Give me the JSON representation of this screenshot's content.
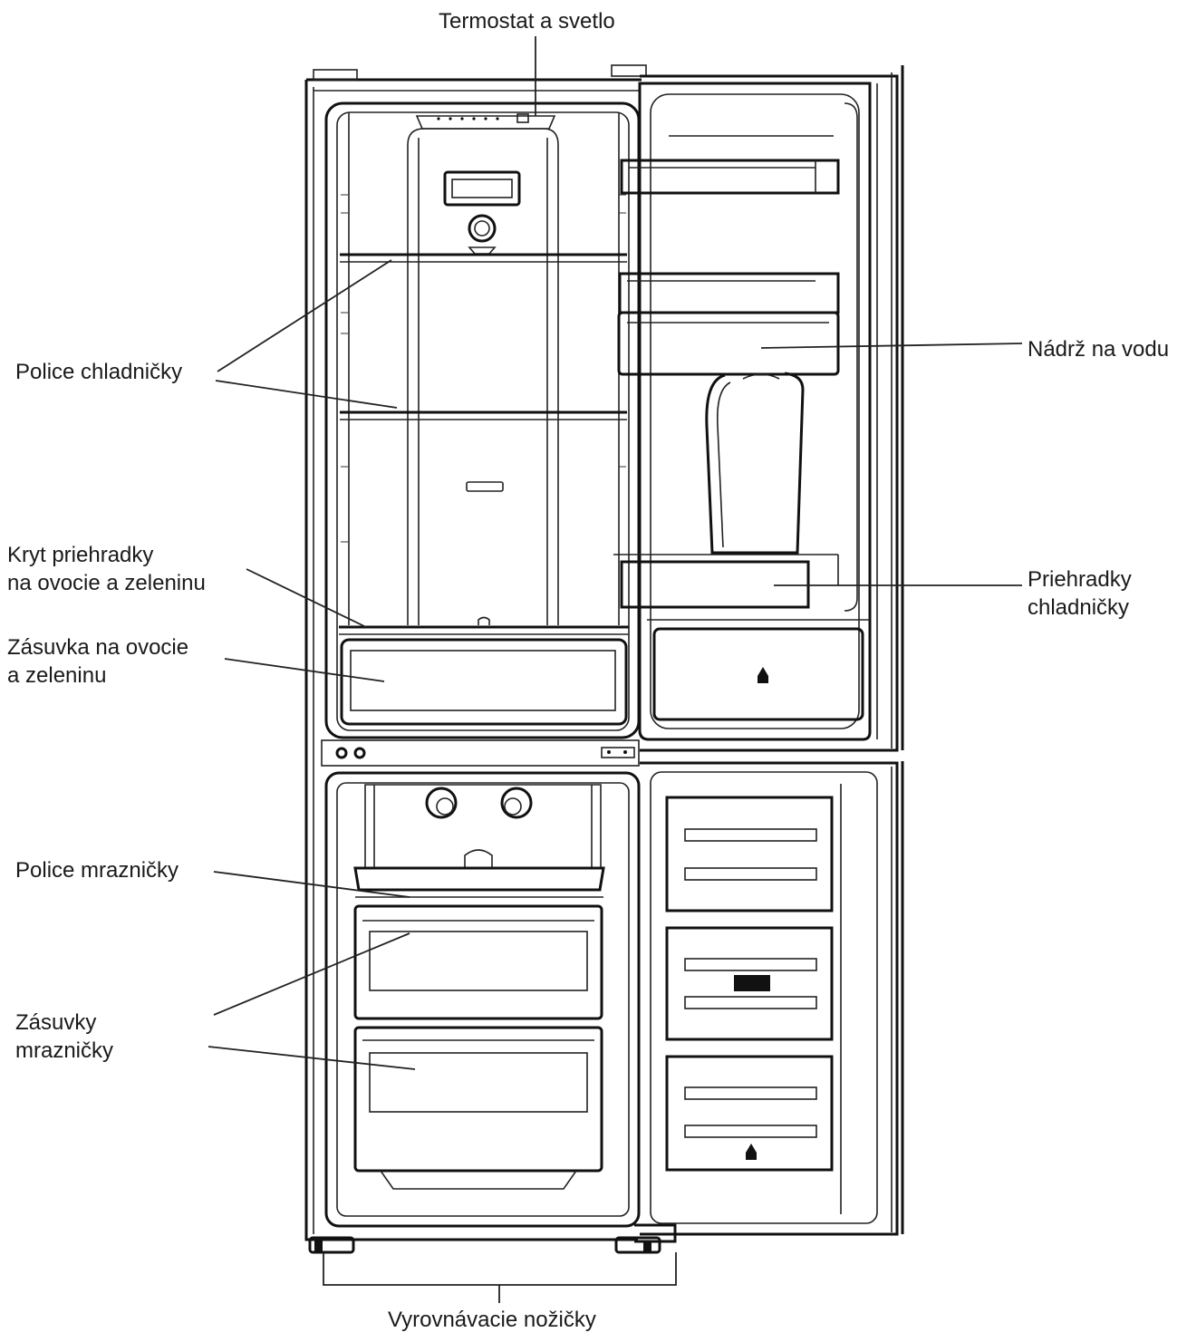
{
  "labels": {
    "thermostat": "Termostat a svetlo",
    "fridge_shelves": "Police chladničky",
    "crisper_cover": [
      "Kryt priehradky",
      "na ovocie a zeleninu"
    ],
    "crisper_drawer": [
      "Zásuvka na ovocie",
      "a zeleninu"
    ],
    "freezer_shelf": "Police mrazničky",
    "freezer_drawers": [
      "Zásuvky",
      "mrazničky"
    ],
    "water_tank": "Nádrž na vodu",
    "door_bins": [
      "Priehradky",
      "chladničky"
    ],
    "leveling_feet": "Vyrovnávacie nožičky"
  }
}
